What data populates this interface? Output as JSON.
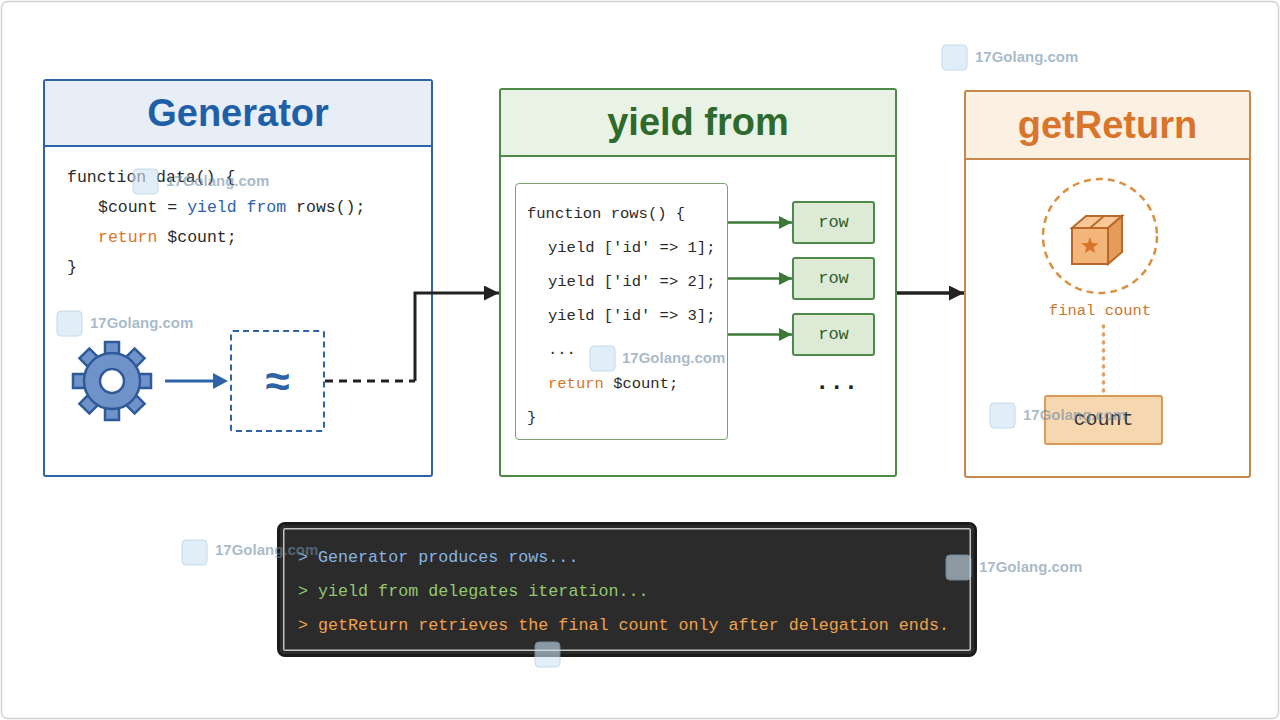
{
  "diagram": {
    "nodes": [
      {
        "text": [
          "Generator",
          "function data() {",
          "$count = yield from rows();",
          "return $count;",
          "}"
        ]
      },
      {
        "text": [
          "≈"
        ],
        "in": 0
      },
      {
        "text": [
          "yield from"
        ]
      },
      {
        "text": [
          "function rows() {",
          "yield ['id' => 1];",
          "yield ['id' => 2];",
          "yield ['id' => 3];",
          "...",
          "return $count;",
          "}"
        ],
        "in": 2
      },
      {
        "text": [
          "row"
        ],
        "in": 2
      },
      {
        "text": [
          "row"
        ],
        "in": 2
      },
      {
        "text": [
          "row"
        ],
        "in": 2
      },
      {
        "text": [
          "getReturn"
        ]
      },
      {
        "text": [
          "final count"
        ],
        "in": 7
      },
      {
        "text": [
          "count"
        ],
        "in": 7
      },
      {
        "text": [
          "> Generator produces rows...",
          "> yield from delegates iteration...",
          "> getReturn retrieves the final count only after delegation ends."
        ]
      }
    ],
    "edges": [
      {
        "from": 1,
        "to": 2,
        "arrow": "to"
      },
      {
        "from": 3,
        "to": 4,
        "arrow": "to"
      },
      {
        "from": 3,
        "to": 5,
        "arrow": "to"
      },
      {
        "from": 3,
        "to": 6,
        "arrow": "to"
      },
      {
        "from": 2,
        "to": 7,
        "arrow": "to"
      },
      {
        "from": 8,
        "to": 9,
        "arrow": "none"
      }
    ],
    "labels": [
      "...",
      "17Golang.com",
      "17Golang.com",
      "17Golang.com",
      "17Golang.com",
      "17Golang.com",
      "17Golang.com",
      "17Golang.com"
    ]
  }
}
